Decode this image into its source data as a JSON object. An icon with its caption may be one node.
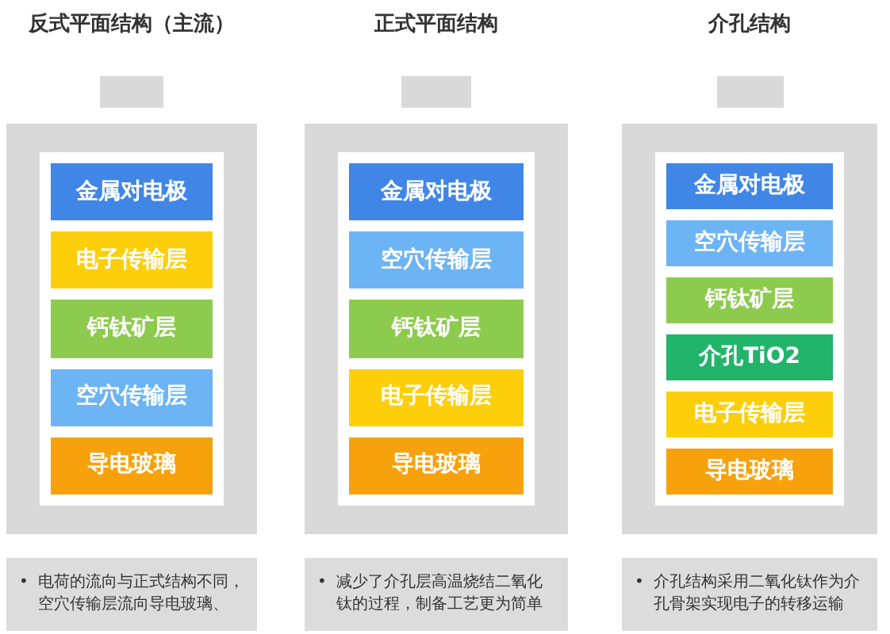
{
  "diagram": {
    "nodes": [
      {
        "text": [],
        "shape": "box",
        "beside": [
          "反式平面结构（主流）"
        ]
      },
      {
        "text": [],
        "shape": "box"
      },
      {
        "text": [
          "金属对电极"
        ],
        "in": 1
      },
      {
        "text": [
          "电子传输层"
        ],
        "in": 1
      },
      {
        "text": [
          "钙钛矿层"
        ],
        "in": 1
      },
      {
        "text": [
          "空穴传输层"
        ],
        "in": 1
      },
      {
        "text": [
          "导电玻璃"
        ],
        "in": 1
      },
      {
        "text": [
          "•",
          "电荷的流向与正式结构不同，空穴传输层流向导电玻璃、"
        ]
      },
      {
        "text": [],
        "shape": "box",
        "beside": [
          "正式平面结构"
        ]
      },
      {
        "text": [],
        "shape": "box"
      },
      {
        "text": [
          "金属对电极"
        ],
        "in": 9
      },
      {
        "text": [
          "空穴传输层"
        ],
        "in": 9
      },
      {
        "text": [
          "钙钛矿层"
        ],
        "in": 9
      },
      {
        "text": [
          "电子传输层"
        ],
        "in": 9
      },
      {
        "text": [
          "导电玻璃"
        ],
        "in": 9
      },
      {
        "text": [
          "•",
          "减少了介孔层高温烧结二氧化钛的过程，制备工艺更为简单"
        ]
      },
      {
        "text": [],
        "shape": "box",
        "beside": [
          "介孔结构"
        ]
      },
      {
        "text": [],
        "shape": "box"
      },
      {
        "text": [
          "金属对电极"
        ],
        "in": 17
      },
      {
        "text": [
          "空穴传输层"
        ],
        "in": 17
      },
      {
        "text": [
          "钙钛矿层"
        ],
        "in": 17
      },
      {
        "text": [
          "介孔TiO2"
        ],
        "in": 17
      },
      {
        "text": [
          "电子传输层"
        ],
        "in": 17
      },
      {
        "text": [
          "导电玻璃"
        ],
        "in": 17
      },
      {
        "text": [
          "•",
          "介孔结构采用二氧化钛作为介孔骨架实现电子的转移运输"
        ]
      }
    ],
    "edges": []
  }
}
